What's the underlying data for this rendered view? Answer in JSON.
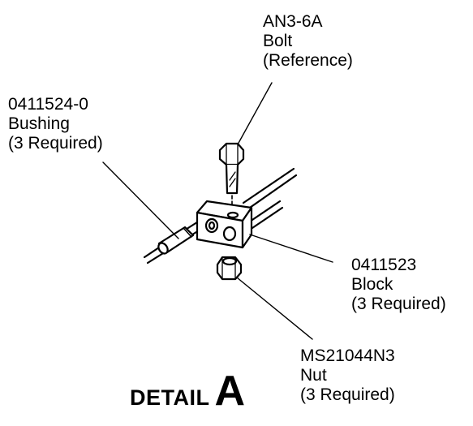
{
  "labels": {
    "bolt": {
      "part_number": "AN3-6A",
      "name": "Bolt",
      "note": "(Reference)"
    },
    "bushing": {
      "part_number": "0411524-0",
      "name": "Bushing",
      "note": "(3 Required)"
    },
    "block": {
      "part_number": "0411523",
      "name": "Block",
      "note": "(3 Required)"
    },
    "nut": {
      "part_number": "MS21044N3",
      "name": "Nut",
      "note": "(3 Required)"
    }
  },
  "detail_title": {
    "word": "DETAIL",
    "letter": "A"
  }
}
